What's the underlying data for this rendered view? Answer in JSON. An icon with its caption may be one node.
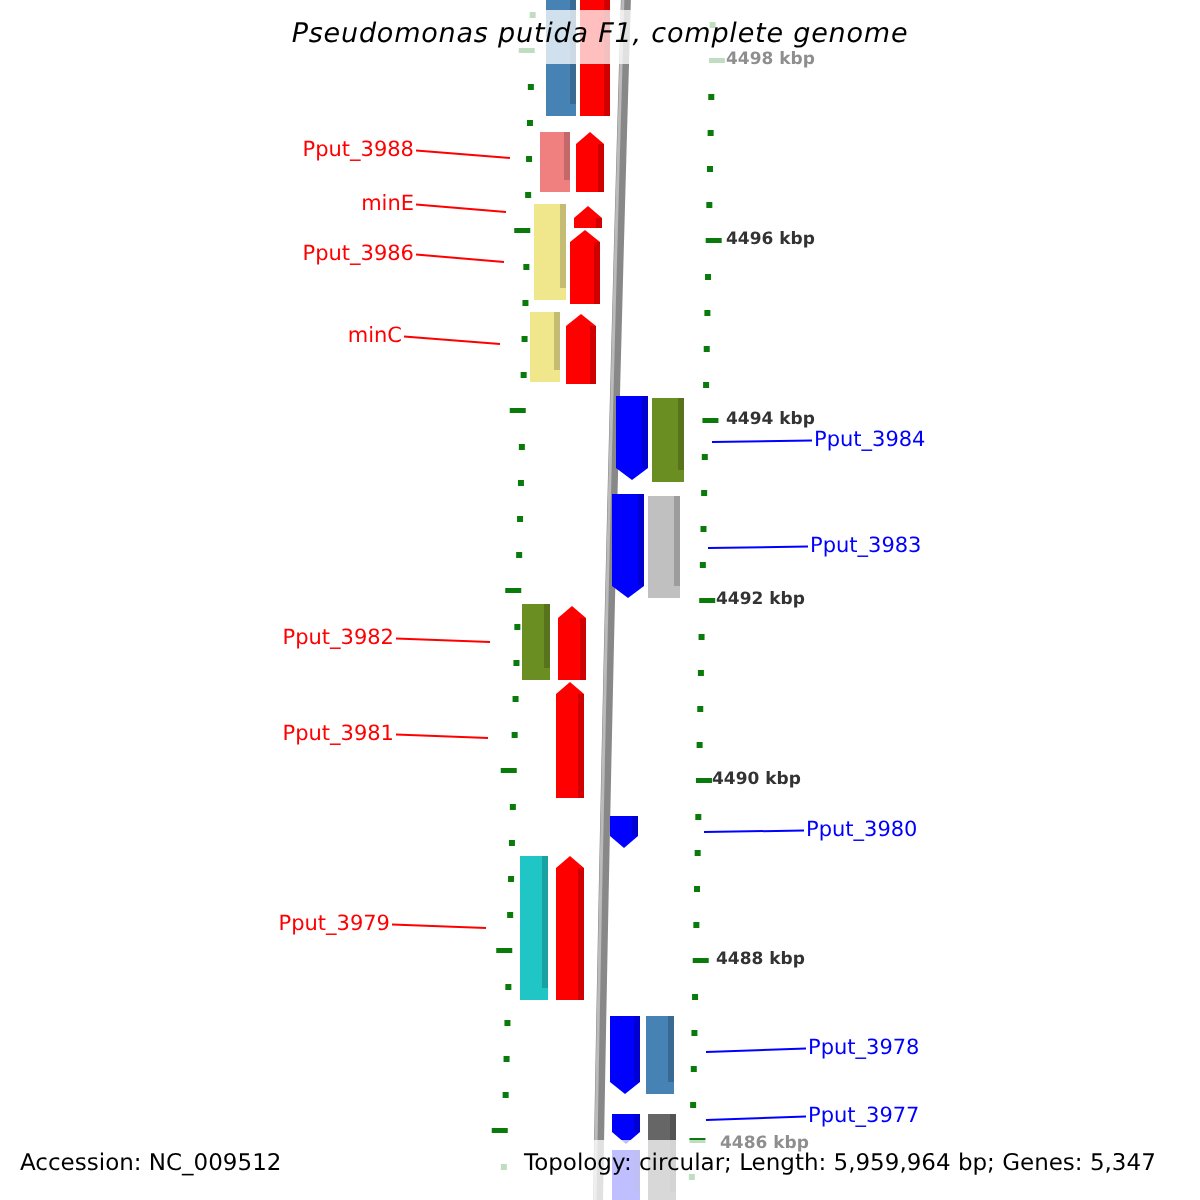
{
  "diagram": {
    "title": "Pseudomonas putida F1, complete genome",
    "nodes": [
      {
        "text": [
          "Pput_3988"
        ]
      },
      {
        "text": [
          "minE"
        ]
      },
      {
        "text": [
          "Pput_3986"
        ]
      },
      {
        "text": [
          "minC"
        ]
      },
      {
        "text": [
          "Pput_3984"
        ]
      },
      {
        "text": [
          "Pput_3983"
        ]
      },
      {
        "text": [
          "Pput_3982"
        ]
      },
      {
        "text": [
          "Pput_3981"
        ]
      },
      {
        "text": [
          "Pput_3980"
        ]
      },
      {
        "text": [
          "Pput_3979"
        ]
      },
      {
        "text": [
          "Pput_3978"
        ]
      },
      {
        "text": [
          "Pput_3977"
        ]
      }
    ],
    "edges": [
      {
        "from": 0,
        "to": null,
        "arrow": "none"
      },
      {
        "from": 1,
        "to": null,
        "arrow": "none"
      },
      {
        "from": 2,
        "to": null,
        "arrow": "none"
      },
      {
        "from": 3,
        "to": null,
        "arrow": "none"
      },
      {
        "from": 4,
        "to": null,
        "arrow": "none",
        "color": "#0000ff"
      },
      {
        "from": 5,
        "to": null,
        "arrow": "none",
        "color": "#0000ff"
      },
      {
        "from": 6,
        "to": null,
        "arrow": "none"
      },
      {
        "from": 7,
        "to": null,
        "arrow": "none"
      },
      {
        "from": 8,
        "to": null,
        "arrow": "none",
        "color": "#0000ff"
      },
      {
        "from": 9,
        "to": null,
        "arrow": "none"
      },
      {
        "from": 10,
        "to": null,
        "arrow": "none",
        "color": "#0000ff"
      },
      {
        "from": 11,
        "to": null,
        "arrow": "none",
        "color": "#0000ff"
      }
    ],
    "labels": [
      "4498 kbp",
      "4496 kbp",
      "4494 kbp",
      "4492 kbp",
      "4490 kbp",
      "4488 kbp",
      "4486 kbp",
      "Accession: NC_009512",
      "Topology: circular; Length: 5,959,964 bp; Genes: 5,347"
    ]
  }
}
